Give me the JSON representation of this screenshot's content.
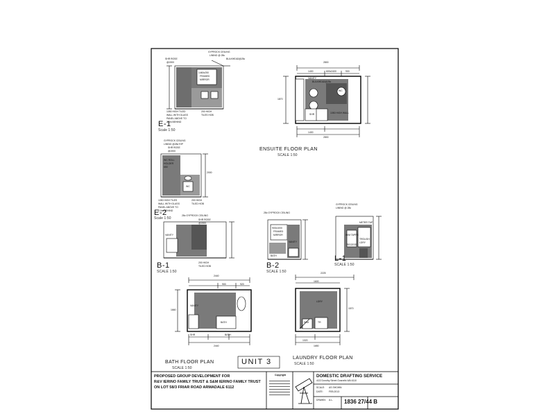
{
  "elevation_e1": {
    "title": "E-1",
    "scale": "Scale 1:50",
    "labels": {
      "ceiling": "GYPROCK CEILING",
      "ceiling2": "LINING @ 28c",
      "bulkhead": "BULKHEAD@25c",
      "shr_rose": "SHR ROSE",
      "shr_rose_h": "@1900",
      "mirror": "1460x250",
      "mirror2": "FRAMED",
      "mirror3": "MIRROR",
      "note1": "1050 HIGH TILED",
      "note2": "WALL WITH GLASS",
      "note3": "PANEL ABOVE TO",
      "note4": "2.0m BEHIND",
      "note5": "200 HIGH",
      "note6": "TILES HOB"
    }
  },
  "elevation_e2": {
    "title": "E-2",
    "scale": "Scale 1:50",
    "labels": {
      "ceiling": "GYPROCK CEILING",
      "ceiling2": "LINING @28c+HP",
      "shr_rose": "SHR ROSE",
      "shr_rose_h": "@1900",
      "wc_roll": "WC ROLL",
      "holder": "HOLDER",
      "holder_h": "650",
      "wc": "WC",
      "note1": "1050 HIGH TILES",
      "note2": "WALL WITH GLASS",
      "note3": "PANEL ABOVE TO",
      "note4": "2.0m BEHIND",
      "note5": "200 HIGH",
      "note6": "TILED HOB",
      "dim": "2000"
    }
  },
  "ensuite_plan": {
    "title": "ENSUITE FLOOR PLAN",
    "scale": "SCALE 1:50",
    "dims": {
      "top": "2800",
      "top_a": "1400",
      "top_b": "600x2400",
      "top_c": "900",
      "left": "1870",
      "bottom": "2800",
      "bottom_a": "1400"
    },
    "labels": {
      "vanity": "VANITY",
      "bulkhead": "BULKHEAD@25c",
      "wc": "WC",
      "shr": "SHR",
      "wall": "1050 HIGH WALL"
    }
  },
  "elevation_b1": {
    "title": "B-1",
    "scale": "SCALE 1:50",
    "labels": {
      "ceiling": "28c GYPROCK CEILING",
      "shr_rose": "SHR ROSE",
      "shr_rose_h": "@1900",
      "vanity": "VANITY",
      "note1": "200 HIGH",
      "note2": "TILED HOB"
    }
  },
  "elevation_b2": {
    "title": "B-2",
    "scale": "SCALE 1:50",
    "labels": {
      "ceiling": "28c GYPROCK CEILING",
      "mirror": "900x1000",
      "mirror2": "FRAMED",
      "mirror3": "MIRROR",
      "vanity": "VANITY",
      "bath": "BATH"
    }
  },
  "elevation_l1": {
    "title": "L-1",
    "scale": "SCALE 1:50",
    "labels": {
      "ceiling": "GYPROCK CEILING",
      "ceiling2": "LINING @ 28c",
      "meter": "METER TAP",
      "wm": "W/M TAPPS",
      "recess": "RECESS",
      "trough": "TROUGH",
      "ldry": "LDRY"
    }
  },
  "bath_plan": {
    "title": "BATH FLOOR PLAN",
    "scale": "SCALE 1:50",
    "dims": {
      "top": "2440",
      "top_a": "900",
      "top_b": "920",
      "bottom": "2440",
      "left": "1660"
    },
    "labels": {
      "vanity": "VANITY",
      "bath": "BATH",
      "shr": "SHR",
      "bath2": "BATH"
    }
  },
  "laundry_plan": {
    "title": "LAUNDRY FLOOR PLAN",
    "scale": "SCALE 1:50",
    "dims": {
      "top": "2225",
      "top_a": "1600",
      "bottom": "1650",
      "bottom_a": "1020",
      "right": "1570"
    },
    "labels": {
      "trough": "TR",
      "wm": "W/M",
      "ldry": "LDRY"
    }
  },
  "unit_label": "UNIT 3",
  "title_block": {
    "line1": "PROPOSED GROUP DEVELOPMENT FOR",
    "line2": "R&V IERINO FAMILY TRUST & S&M IERINO FAMILY TRUST",
    "line3": "ON LOT 58/3 FRIAR ROAD ARMADALE 6112",
    "copyright_head": "Copyright",
    "company": "DOMESTIC DRAFTING SERVICE",
    "address": "4/22 Dorothy Street   Gosnells   WA  6110",
    "scale_label": "SCALE:",
    "scale_val": "AS SHOWN",
    "date_label": "DATE:",
    "date_val": "FEB.2013",
    "drawn_label": "DRAWN:",
    "drawn_val": "A.L.",
    "sheet_no": "1836 27/44 B"
  }
}
